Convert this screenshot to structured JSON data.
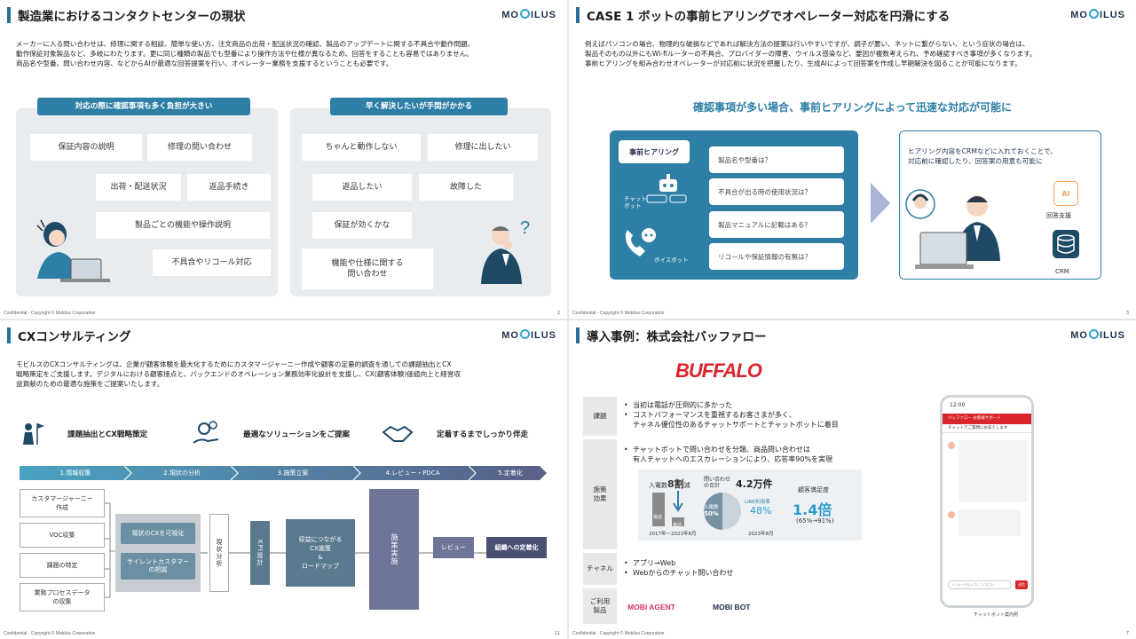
{
  "logo": {
    "pre": "MO",
    "post": "ILUS"
  },
  "footer": "Confidential - Copyright © Mobilus Corporation",
  "slide1": {
    "title": "製造業におけるコンタクトセンターの現状",
    "page": "2",
    "body": [
      "メーカーに入る問い合わせは、修理に関する相談、簡単な使い方、注文商品の出荷・配送状況の確認、製品のアップデートに関する不具合や動作問題、",
      "動作保証対象製品など、多岐にわたります。更に同じ種類の製品でも型番により操作方法や仕様が異なるため、回答をすることも容易ではありません。",
      "商品名や型番、問い合わせ内容、などからAIが最適な回答提案を行い、オペレーター業務を支援するということも必要です。"
    ],
    "left": {
      "heading": "対応の際に確認事項も多く負担が大きい",
      "chips": [
        "保証内容の説明",
        "修理の問い合わせ",
        "出荷・配送状況",
        "返品手続き",
        "製品ごとの機能や操作説明",
        "不具合やリコール対応"
      ]
    },
    "right": {
      "heading": "早く解決したいが手間がかかる",
      "chips": [
        "ちゃんと動作しない",
        "修理に出したい",
        "返品したい",
        "故障した",
        "保証が効くかな",
        "機能や仕様に関する",
        "問い合わせ"
      ],
      "question": "?"
    }
  },
  "slide2": {
    "title": "CASE 1  ボットの事前ヒアリングでオペレーター対応を円滑にする",
    "page": "3",
    "body": [
      "例えばパソコンの場合、物理的な破損などであれば解決方法の提案は行いやすいですが、調子が悪い、ネットに繋がらない、という症状の場合は、",
      "製品そのもの以外にもWi-fiルーターの不具合、プロバイダーの障害、ウイルス感染など、要因が複数考えられ、予め確認すべき事項が多くなります。",
      "事前ヒアリングを組み合わせオペレーターが対応前に状況を把握したり、生成AIによって回答案を作成し早期解決を図ることが可能になります。"
    ],
    "headline": "確認事項が多い場合、事前ヒアリングによって迅速な対応が可能に",
    "hearing_label": "事前ヒアリング",
    "chatbot_label": "チャット\nボット",
    "voicebot_label": "ボイスボット",
    "questions": [
      "製品名や型番は？",
      "不具合が出る時の使用状況は？",
      "製品マニュアルに記載はある？",
      "リコールや保証情報の有無は？"
    ],
    "right_text": [
      "ヒアリング内容をCRMなどに入れておくことで、",
      "対応前に確認したり、回答案の用意も可能に"
    ],
    "ai_badge": "AI",
    "ai_label": "回答支援",
    "crm_label": "CRM"
  },
  "slide3": {
    "title": "CXコンサルティング",
    "page": "11",
    "body": [
      "モビルスのCXコンサルティングは、企業が顧客体験を最大化するためにカスタマージャーニー作成や顧客の定量的調査を通しての課題抽出とCX",
      "戦略策定をご支援します。デジタルにおける顧客接点と、バックエンドのオペレーション業務効率化設計を支援し、CX(顧客体験)価値向上と経営収",
      "益貢献のための最適な施策をご提案いたします。"
    ],
    "features": [
      "課題抽出とCX戦略策定",
      "最適なソリューションをご提案",
      "定着するまでしっかり伴走"
    ],
    "steps": [
      "1.情報収集",
      "2.現状の分析",
      "3.施策立案",
      "4.レビュー・PDCA",
      "5.定着化"
    ],
    "inputs": [
      "カスタマージャーニー\n作成",
      "VOC収集",
      "課題の特定",
      "業務プロセスデータ\nの収集"
    ],
    "analysis": [
      "現状のCXを可視化",
      "サイレントカスタマー\nの把握"
    ],
    "genjo": "現状分析",
    "kpi": "KPI設計",
    "plan": "収益につながる\nCX施策\n&\nロードマップ",
    "exec": "施策実施",
    "review": "レビュー",
    "teichaku": "組織への定着化"
  },
  "slide4": {
    "title": "導入事例：株式会社バッファロー",
    "page": "7",
    "brand": "BUFFALO",
    "rows": {
      "kadai": "課題",
      "kadai_items": [
        "当初は電話が圧倒的に多かった",
        "コストパフォーマンスを重視するお客さまが多く、",
        "チャネル優位性のあるチャットサポートとチャットボットに着目"
      ],
      "koka": "施策\n効果",
      "koka_items": [
        "チャットボットで問い合わせを分類、商品問い合わせは",
        "有人チャットへのエスカレーションにより、応答率90%を実現"
      ],
      "channel": "チャネル",
      "channel_items": [
        "アプリ→Web",
        "Webからのチャット問い合わせ"
      ],
      "products": "ご利用\n製品"
    },
    "stat1": {
      "label": "入電数",
      "value": "8割",
      "suffix": "減",
      "bar1": "電話",
      "bar2": "電話",
      "period": "2017年〜2023年8月"
    },
    "stat2": {
      "label1": "問い合わせ",
      "label2": "の合計",
      "value": "4.2万件",
      "bot_label": "入電数",
      "bot_pct": "50%",
      "line_label": "LINE利用率",
      "line_pct": "48%",
      "period": "2023年8月"
    },
    "stat3": {
      "label": "顧客満足度",
      "value": "1.4倍",
      "detail": "(65%→91%)"
    },
    "product1": "MOBI AGENT",
    "product2": "MOBI BOT",
    "phone": {
      "time": "12:00",
      "header": "バッファロー お客様サポート",
      "sub": "チャットでご質問にお答えします",
      "note": "チャットボット案内例",
      "input_placeholder": "メッセージを入力してください",
      "send": "送信"
    }
  }
}
